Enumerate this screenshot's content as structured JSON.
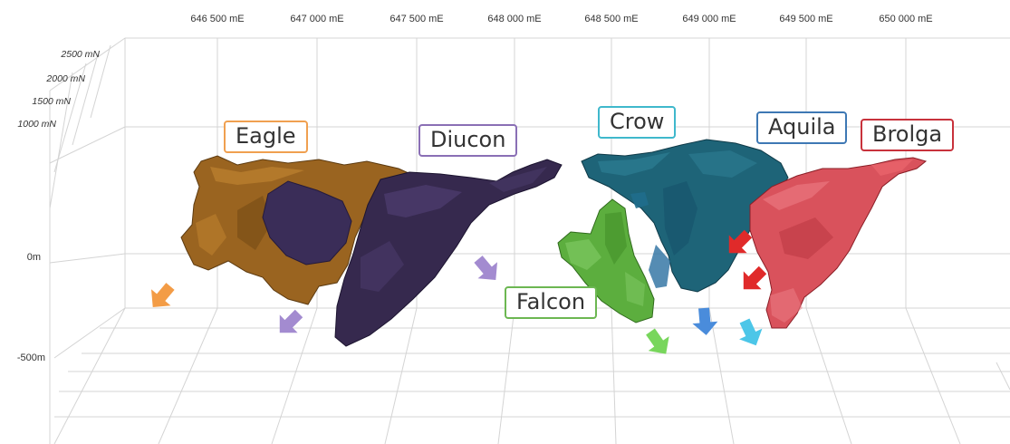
{
  "axes": {
    "easting_ticks": [
      "646 500 mE",
      "647 000 mE",
      "647 500 mE",
      "648 000 mE",
      "648 500 mE",
      "649 000 mE",
      "649 500 mE",
      "650 000 mE"
    ],
    "northing_ticks": [
      "2500 mN",
      "2000 mN",
      "1500 mN",
      "1000 mN"
    ],
    "depth_ticks": [
      "0m",
      "-500m"
    ]
  },
  "zones": [
    {
      "label": "Eagle",
      "color": "#F0A050",
      "body_color": "#9A6420"
    },
    {
      "label": "Diucon",
      "color": "#8A6FB5",
      "body_color": "#36294E"
    },
    {
      "label": "Crow",
      "color": "#3FB8CC",
      "body_color": "#1E6478"
    },
    {
      "label": "Aquila",
      "color": "#3E78B4",
      "body_color": "#1F5A80"
    },
    {
      "label": "Brolga",
      "color": "#C8323C",
      "body_color": "#D9525C"
    },
    {
      "label": "Falcon",
      "color": "#6CB752",
      "body_color": "#5CAE3E"
    }
  ],
  "arrow_colors": {
    "eagle": "#F39C46",
    "diucon": "#A38BD0",
    "falcon": "#78D65C",
    "aquila": "#4A8CDB",
    "crow": "#4CC6E8",
    "brolga": "#E02A2A"
  }
}
